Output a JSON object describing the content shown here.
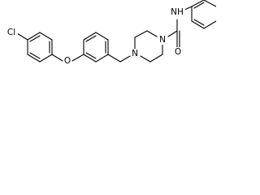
{
  "molecule": {
    "atom_labels": {
      "chlorine": "Cl",
      "ether_oxygen": "O",
      "piperazine_nitrogen_left": "N",
      "piperazine_nitrogen_right": "N",
      "amide_nitrogen": "NH",
      "carbonyl_oxygen": "O"
    }
  }
}
